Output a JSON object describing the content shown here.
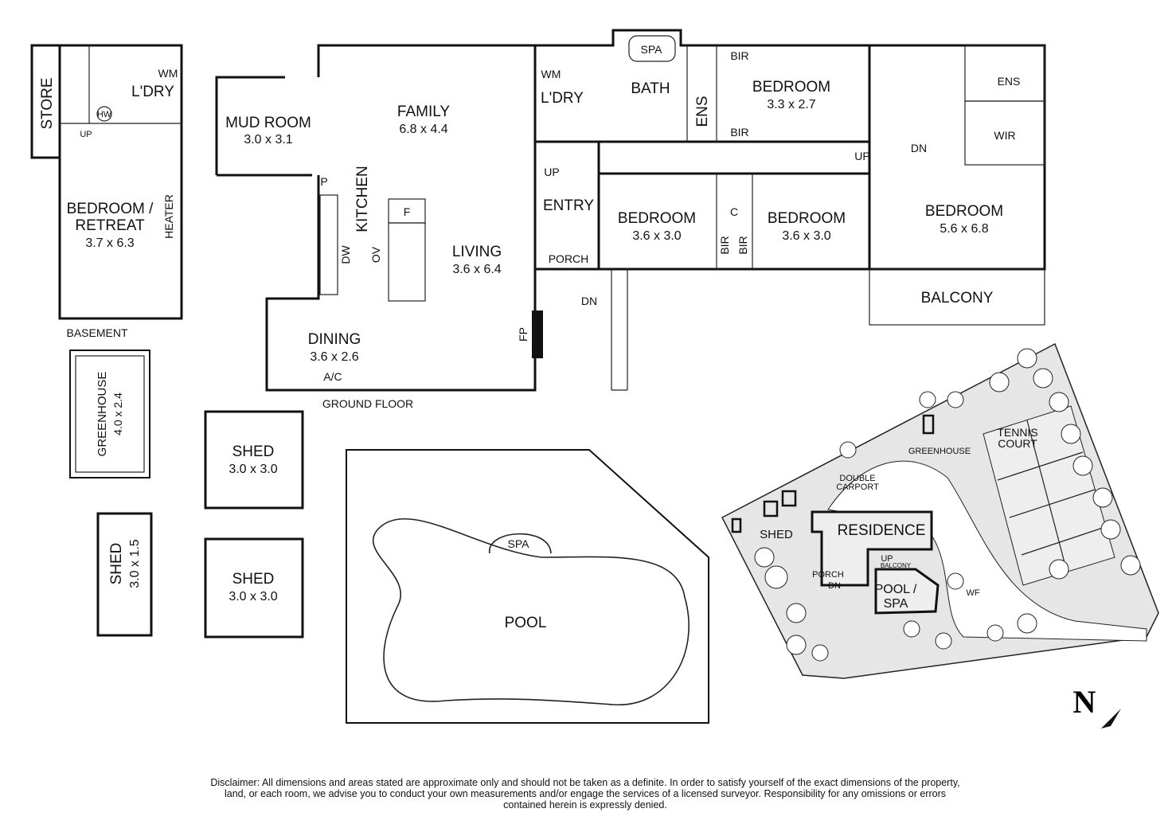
{
  "basement": {
    "title": "BASEMENT",
    "store": "STORE",
    "laundry": "L'DRY",
    "wm": "WM",
    "hw": "HW",
    "up": "UP",
    "bedroom_name": "BEDROOM /",
    "bedroom_name2": "RETREAT",
    "bedroom_dim": "3.7 x 6.3",
    "heater": "HEATER"
  },
  "ground_floor": {
    "title": "GROUND FLOOR",
    "mud_room": {
      "name": "MUD ROOM",
      "dim": "3.0 x 3.1"
    },
    "family": {
      "name": "FAMILY",
      "dim": "6.8 x 4.4"
    },
    "kitchen": "KITCHEN",
    "living": {
      "name": "LIVING",
      "dim": "3.6 x 6.4"
    },
    "dining": {
      "name": "DINING",
      "dim": "3.6 x 2.6"
    },
    "entry": "ENTRY",
    "porch": "PORCH",
    "laundry": "L'DRY",
    "wm": "WM",
    "spa": "SPA",
    "bath": "BATH",
    "ens1": "ENS",
    "ens2": "ENS",
    "bir_top": "BIR",
    "bir_bottom": "BIR",
    "bir_a": "BIR",
    "bir_b": "BIR",
    "c": "C",
    "wir": "WIR",
    "bedroom1": {
      "name": "BEDROOM",
      "dim": "3.3 x 2.7"
    },
    "bedroom2": {
      "name": "BEDROOM",
      "dim": "3.6 x 3.0"
    },
    "bedroom3": {
      "name": "BEDROOM",
      "dim": "3.6 x 3.0"
    },
    "bedroom4": {
      "name": "BEDROOM",
      "dim": "5.6 x 6.8"
    },
    "balcony": "BALCONY",
    "p": "P",
    "f": "F",
    "dw": "DW",
    "ov": "OV",
    "fp": "FP",
    "ac": "A/C",
    "up1": "UP",
    "up2": "UP",
    "dn1": "DN",
    "dn2": "DN"
  },
  "outbuildings": {
    "greenhouse": {
      "name": "GREENHOUSE",
      "dim": "4.0 x 2.4"
    },
    "shed_small": {
      "name": "SHED",
      "dim": "3.0 x 1.5"
    },
    "shed1": {
      "name": "SHED",
      "dim": "3.0 x 3.0"
    },
    "shed2": {
      "name": "SHED",
      "dim": "3.0 x 3.0"
    },
    "pool": "POOL",
    "spa": "SPA"
  },
  "site_plan": {
    "residence": "RESIDENCE",
    "shed": "SHED",
    "greenhouse": "GREENHOUSE",
    "tennis1": "TENNIS",
    "tennis2": "COURT",
    "carport1": "DOUBLE",
    "carport2": "CARPORT",
    "pool1": "POOL /",
    "pool2": "SPA",
    "porch": "PORCH",
    "balcony": "BALCONY",
    "wf": "WF",
    "up": "UP",
    "dn": "DN"
  },
  "north": "N",
  "disclaimer": "Disclaimer: All dimensions and areas stated are approximate only and should not be taken as a definite. In order to satisfy yourself of the exact dimensions of the property, land, or each room, we advise you to conduct your own measurements and/or engage the services of a licensed surveyor. Responsibility for any omissions or errors contained herein is expressly denied."
}
